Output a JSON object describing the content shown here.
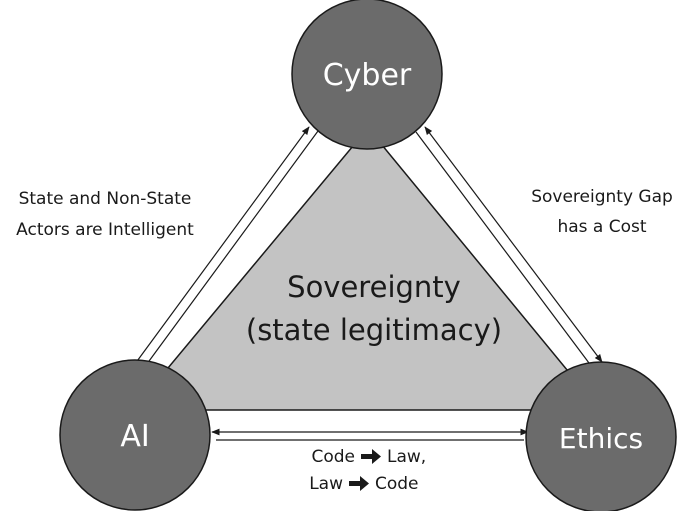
{
  "center": {
    "line1": "Sovereignty",
    "line2": "(state legitimacy)"
  },
  "nodes": {
    "cyber": "Cyber",
    "ai": "AI",
    "ethics": "Ethics"
  },
  "edges": {
    "ai_cyber": {
      "line1": "State and Non-State",
      "line2": "Actors are Intelligent"
    },
    "cyber_ethics": {
      "line1": "Sovereignty Gap",
      "line2": "has a Cost"
    },
    "ai_ethics": {
      "line1_a": "Code",
      "line1_b": "Law,",
      "line2_a": "Law",
      "line2_b": "Code"
    }
  },
  "colors": {
    "triangle_fill": "#c3c3c3",
    "node_fill": "#6b6b6b",
    "stroke": "#1a1a1a"
  }
}
